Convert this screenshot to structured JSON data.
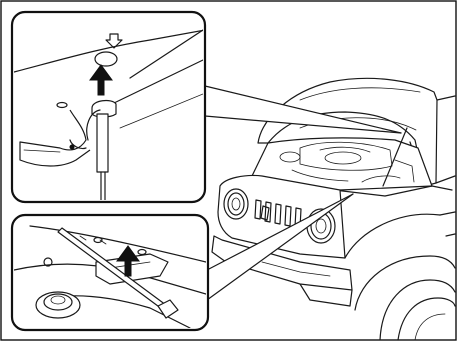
{
  "figure": {
    "description_label": "",
    "insets": [
      {
        "id": "top",
        "shows": "hood-stay-in-holder"
      },
      {
        "id": "bottom",
        "shows": "hood-stay-in-clip"
      }
    ]
  }
}
